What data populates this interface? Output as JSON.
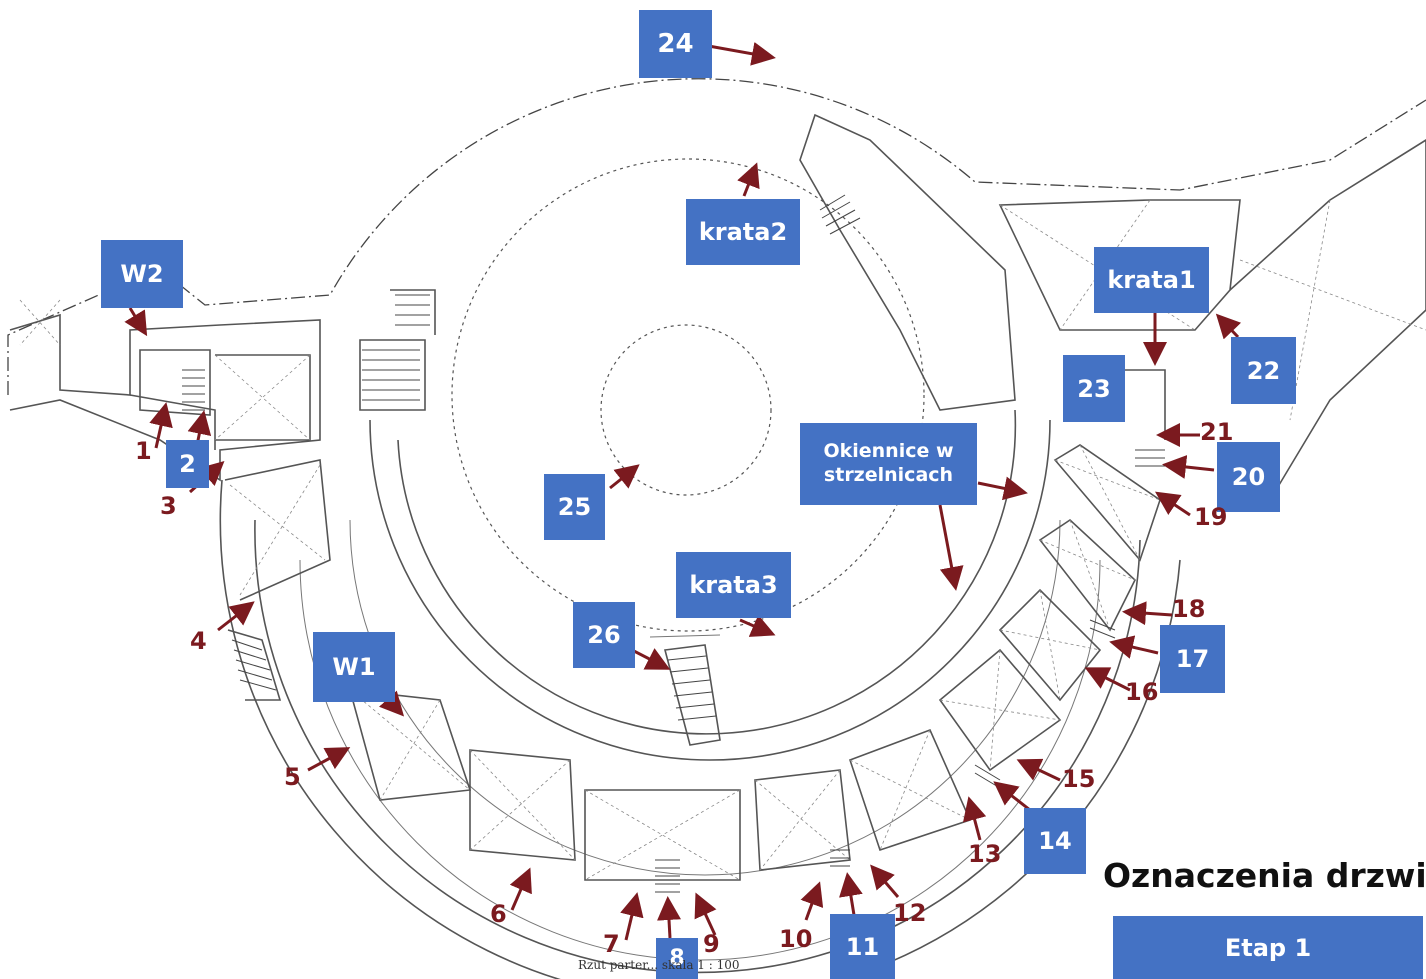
{
  "legend": {
    "title": "Oznaczenia drzwi",
    "stage_label": "Etap 1",
    "stage_color": "#4472c4"
  },
  "arrow_color": "#7b1a1f",
  "plan_caption": "Rzut parter... skala 1 : 100",
  "area_tags": {
    "w2": "W2",
    "w1": "W1",
    "krata1": "krata1",
    "krata2": "krata2",
    "krata3": "krata3",
    "okiennice": "Okiennice w\nstrzelnicach"
  },
  "blue_numbers": [
    "2",
    "8",
    "11",
    "14",
    "17",
    "20",
    "22",
    "23",
    "24",
    "25",
    "26"
  ],
  "door_numbers": [
    "1",
    "3",
    "4",
    "5",
    "6",
    "7",
    "9",
    "10",
    "12",
    "13",
    "15",
    "16",
    "18",
    "19",
    "21"
  ]
}
